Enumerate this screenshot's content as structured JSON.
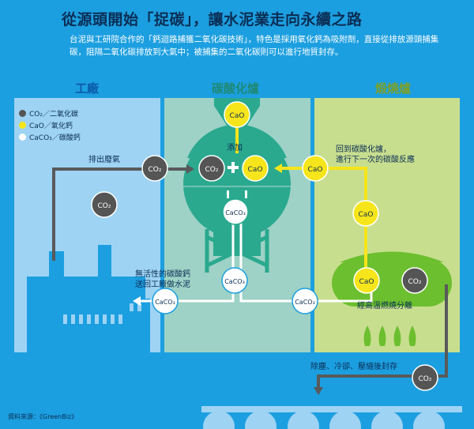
{
  "title": "從源頭開始「捉碳」，讓水泥業走向永續之路",
  "description": "台泥與工研院合作的「鈣迴路捕獲二氧化碳技術」，特色是採用氧化鈣為吸附劑，直接從排放源頭捕集碳，阻隔二氧化碳排放到大氣中；被捕集的二氧化碳則可以進行地質封存。",
  "panels": {
    "factory": "工廠",
    "carbonator": "碳酸化爐",
    "calciner": "煅燒爐"
  },
  "legend": [
    {
      "text": "CO₂／二氧化碳",
      "color": "#555555"
    },
    {
      "text": "CaO／氧化鈣",
      "color": "#f6e51a"
    },
    {
      "text": "CaCO₃／碳酸鈣",
      "color": "#ffffff"
    }
  ],
  "molecules": {
    "co2": "CO₂",
    "cao": "CaO",
    "caco3": "CaCO₃"
  },
  "labels": {
    "exhaust": "排出廢氣",
    "add": "添加",
    "return_line1": "回到碳酸化爐，",
    "return_line2": "進行下一次的碳酸反應",
    "inactive_line1": "無活性的碳酸鈣",
    "inactive_line2": "送回工廠做水泥",
    "high_temp": "經高溫燃燒分離",
    "storage": "除塵、冷卻、壓縮後封存"
  },
  "source": "資料來源：《GreenBiz》",
  "colors": {
    "background": "#1c9fe0",
    "factory_panel": "#9ed3f4",
    "carbonator_panel": "#9ed2c6",
    "calciner_panel": "#c8de8f",
    "title": "#0b2e55",
    "co2_ball": "#555555",
    "cao_ball": "#f6e51a",
    "caco3_ball": "#ffffff",
    "calciner_label": "#7aa02c",
    "flow_gray": "#58595b"
  }
}
